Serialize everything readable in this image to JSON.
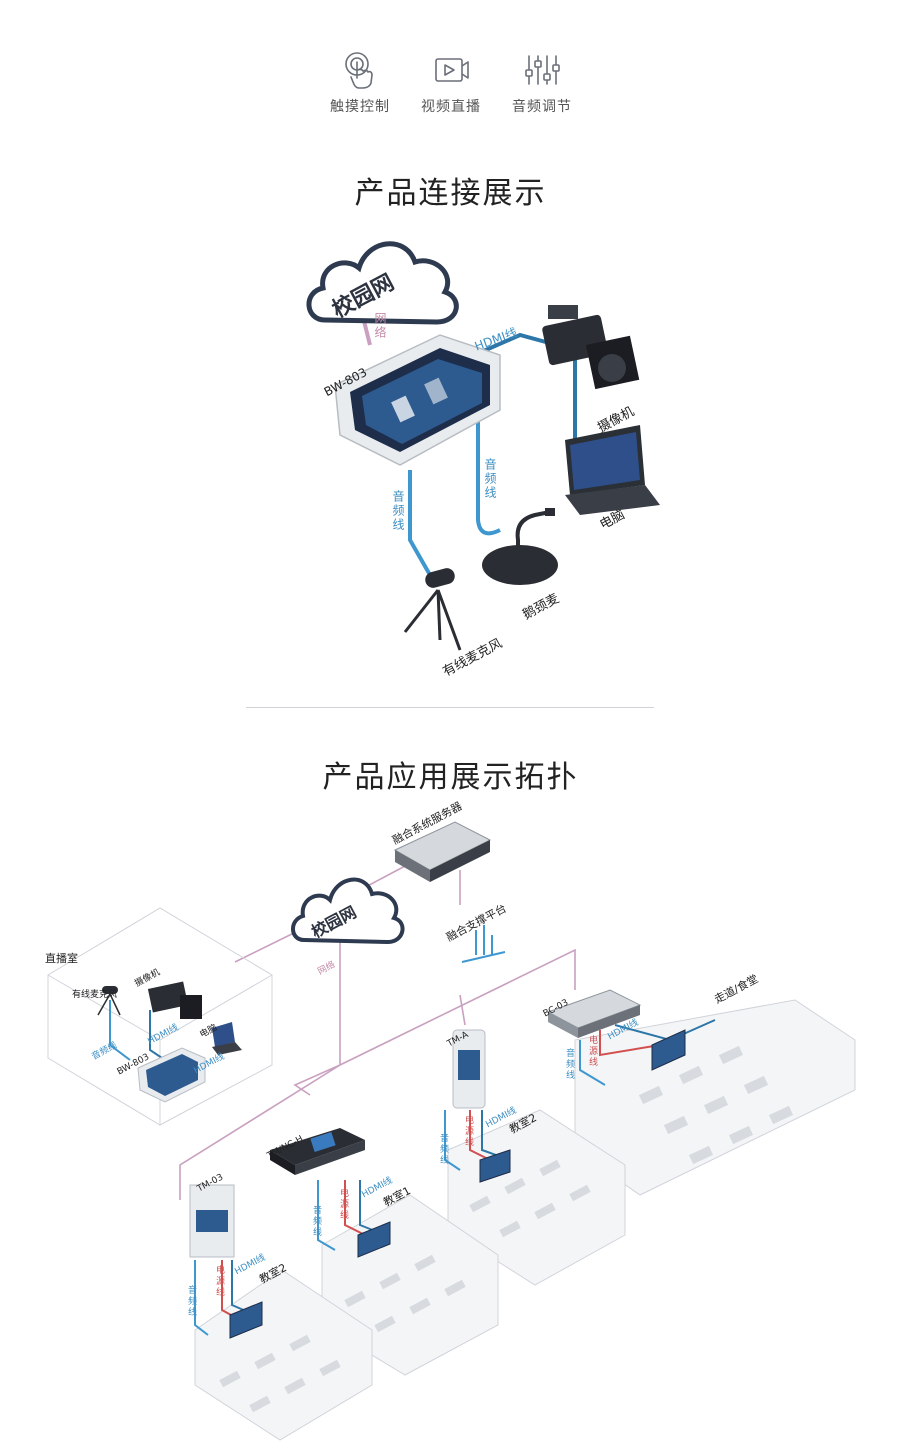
{
  "features": [
    {
      "label": "触摸控制",
      "icon": "touch-hand-icon"
    },
    {
      "label": "视频直播",
      "icon": "video-play-icon"
    },
    {
      "label": "音频调节",
      "icon": "audio-sliders-icon"
    }
  ],
  "section1": {
    "title": "产品连接展示",
    "cloud": "校园网",
    "network_cable": "网络",
    "device": "BW-803",
    "hdmi_cable": "HDMI线",
    "audio_cable_1": "音频线",
    "audio_cable_2": "音频线",
    "camera": "摄像机",
    "computer": "电脑",
    "gooseneck_mic": "鹅颈麦",
    "wired_mic": "有线麦克风"
  },
  "section2": {
    "title": "产品应用展示拓扑",
    "server": "融合系统服务器",
    "platform": "融合支撑平台",
    "cloud": "校园网",
    "network_cable": "网络",
    "studio": "直播室",
    "studio_mic": "有线麦克风",
    "studio_camera": "摄像机",
    "studio_hdmi": "HDMI线",
    "studio_computer": "电脑",
    "studio_hdmi2": "HDMI线",
    "studio_audio": "音频线",
    "studio_device": "BW-803",
    "bc03": "BC-03",
    "hallway": "走道/食堂",
    "bc_hdmi": "HDMI线",
    "bc_power": "电源线",
    "bc_audio": "音频线",
    "tma": "TM-A",
    "tma_audio": "音频线",
    "tma_power": "电源线",
    "tma_hdmi": "HDMI线",
    "room_tma": "教室2",
    "tmnch": "TM/NC-H",
    "nch_audio": "音频线",
    "nch_power": "电源线",
    "nch_hdmi": "HDMI线",
    "room_nch": "教室1",
    "tm03": "TM-03",
    "tm03_audio": "音频线",
    "tm03_power": "电源线",
    "tm03_hdmi": "HDMI线",
    "room_tm03": "教室2"
  },
  "colors": {
    "network": "#c9a0c0",
    "audio": "#3f97cf",
    "hdmi": "#2d76a8",
    "power": "#d24f4f",
    "room_line": "#d0d4da"
  }
}
